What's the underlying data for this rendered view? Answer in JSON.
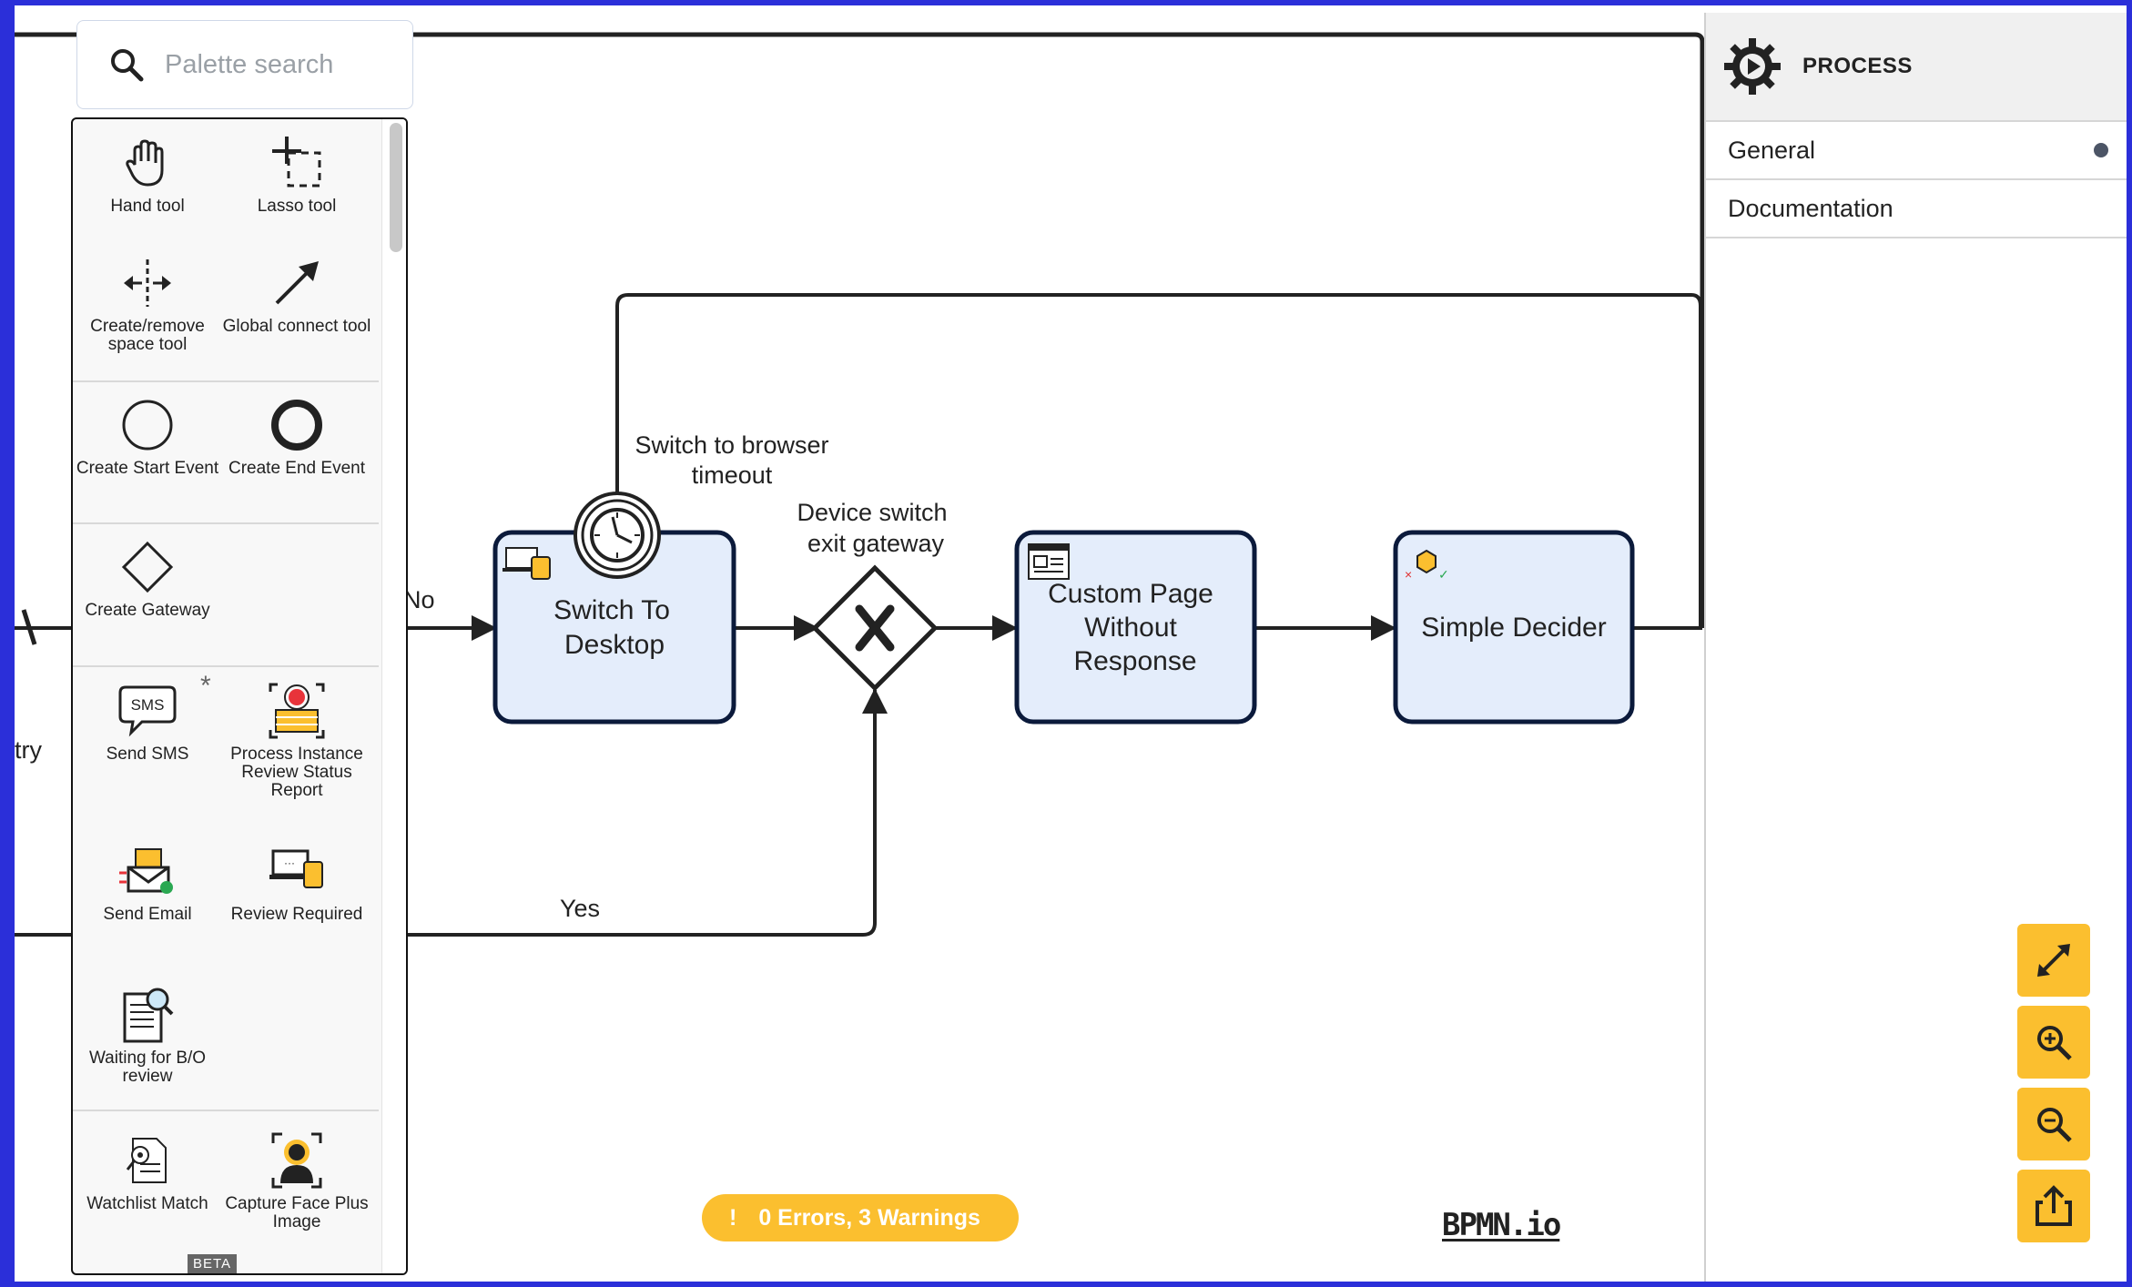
{
  "search": {
    "placeholder": "Palette search"
  },
  "palette": {
    "tools": [
      {
        "label": "Hand tool",
        "icon": "hand-icon"
      },
      {
        "label": "Lasso tool",
        "icon": "lasso-icon"
      },
      {
        "label": "Create/remove space tool",
        "icon": "space-tool-icon"
      },
      {
        "label": "Global connect tool",
        "icon": "connect-arrow-icon"
      },
      {
        "label": "Create Start Event",
        "icon": "start-event-icon"
      },
      {
        "label": "Create End Event",
        "icon": "end-event-icon"
      },
      {
        "label": "Create Gateway",
        "icon": "gateway-icon"
      },
      {
        "label": "Send SMS",
        "icon": "sms-icon"
      },
      {
        "label": "Process Instance Review Status Report",
        "icon": "report-icon"
      },
      {
        "label": "Send Email",
        "icon": "email-icon"
      },
      {
        "label": "Review Required",
        "icon": "review-icon"
      },
      {
        "label": "Waiting for B/O review",
        "icon": "document-search-icon"
      },
      {
        "label": "Watchlist Match",
        "icon": "watchlist-icon"
      },
      {
        "label": "Capture Face Plus Image",
        "icon": "face-capture-icon"
      }
    ],
    "beta_label": "BETA",
    "star": "*"
  },
  "diagram": {
    "labels": {
      "no": "No",
      "yes": "Yes",
      "entry_fragment": "try",
      "timer_line1": "Switch to browser",
      "timer_line2": "timeout",
      "gateway_line1": "Device switch",
      "gateway_line2": "exit gateway"
    },
    "tasks": [
      {
        "lines": [
          "Switch To",
          "Desktop"
        ]
      },
      {
        "lines": [
          "Custom Page",
          "Without",
          "Response"
        ]
      },
      {
        "lines": [
          "Simple Decider"
        ]
      }
    ],
    "colors": {
      "task_fill": "#e4edfb",
      "task_stroke": "#0b1a3b",
      "flow": "#222222"
    }
  },
  "properties": {
    "title": "PROCESS",
    "groups": [
      {
        "label": "General",
        "has_dot": true
      },
      {
        "label": "Documentation",
        "has_dot": false
      }
    ]
  },
  "lint": {
    "text": "0 Errors, 3 Warnings"
  },
  "watermark": "BPMN.io",
  "controls": {
    "buttons": [
      "fit-viewport-icon",
      "zoom-in-icon",
      "zoom-out-icon",
      "export-icon"
    ],
    "accent": "#fbbf2f"
  }
}
